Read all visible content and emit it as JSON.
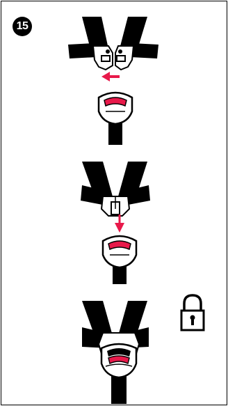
{
  "step": {
    "number": "15"
  },
  "colors": {
    "ink": "#000000",
    "arrow": "#e8194a",
    "paper": "#ffffff"
  },
  "icons": {
    "lock": "padlock-icon",
    "push_arrow": "left-arrow-icon",
    "down_arrow": "down-arrow-icon"
  },
  "panels": [
    {
      "id": "separate-tongues",
      "arrow": "left"
    },
    {
      "id": "join-tongues-insert",
      "arrow": "down"
    },
    {
      "id": "buckled-locked",
      "icon": "padlock-icon"
    }
  ]
}
